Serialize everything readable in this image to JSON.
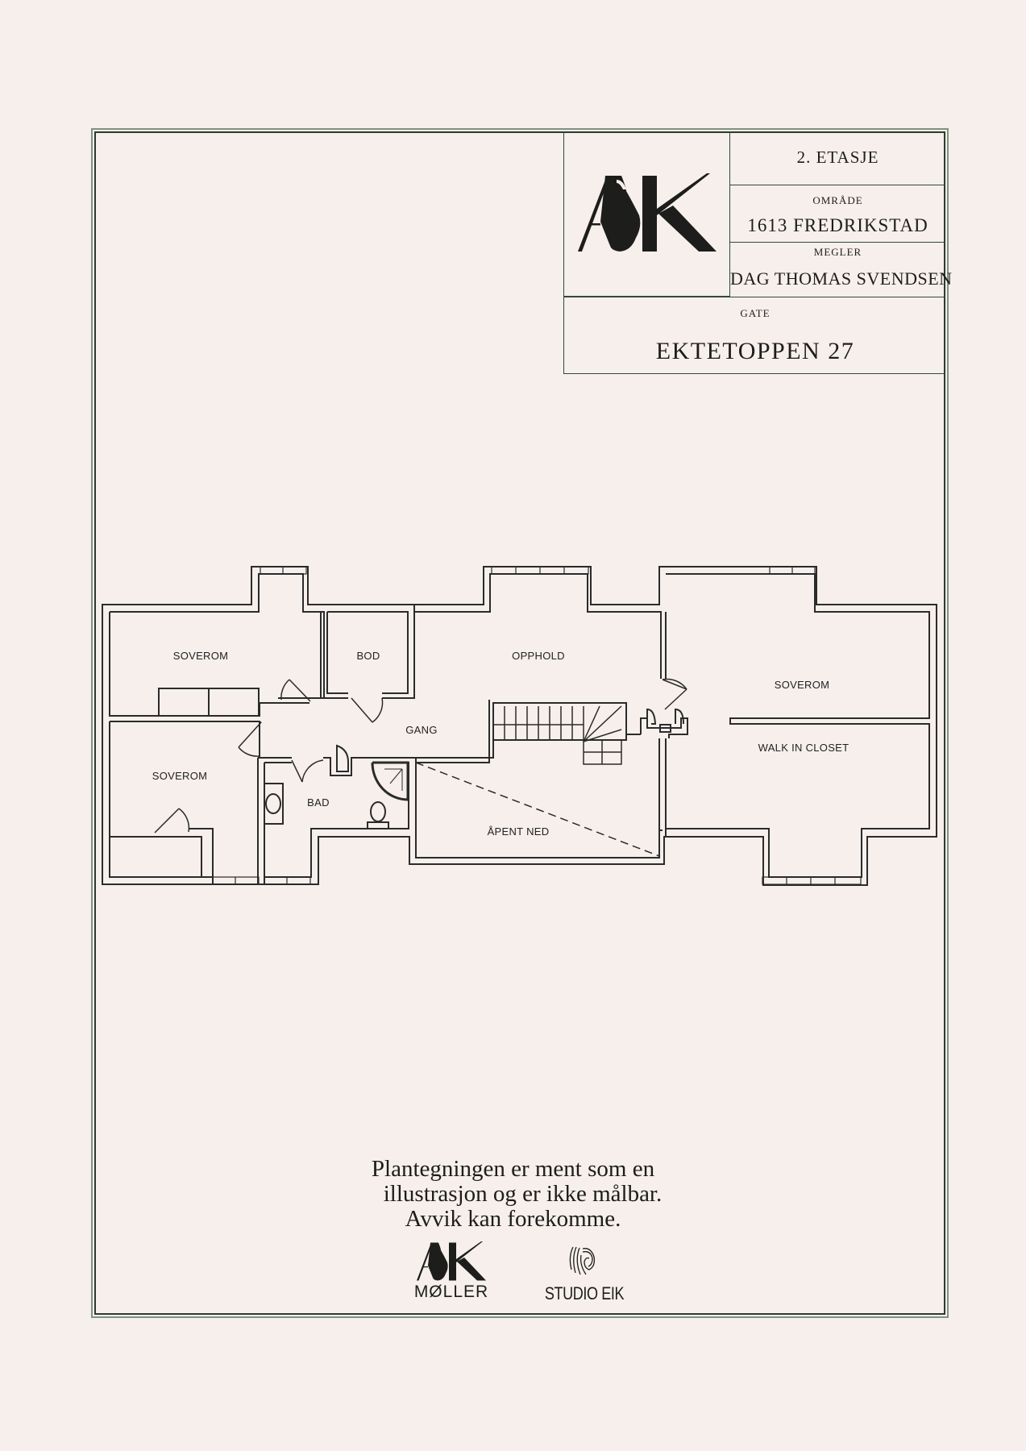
{
  "document": {
    "type": "floor-plan-sheet",
    "background_color": "#f6efec",
    "frame_color": "#2f4a33"
  },
  "title_block": {
    "logo_text": "ASK",
    "floor": "2. ETASJE",
    "area_label": "OMRÅDE",
    "area_value": "1613 FREDRIKSTAD",
    "broker_label": "MEGLER",
    "broker_value": "DAG THOMAS SVENDSEN",
    "street_label": "GATE",
    "street_value": "EKTETOPPEN 27"
  },
  "floor_plan": {
    "rooms": [
      {
        "id": "soverom-nw",
        "label": "SOVEROM"
      },
      {
        "id": "bod",
        "label": "BOD"
      },
      {
        "id": "opphold",
        "label": "OPPHOLD"
      },
      {
        "id": "soverom-east",
        "label": "SOVEROM"
      },
      {
        "id": "gang",
        "label": "GANG"
      },
      {
        "id": "walk-in-closet",
        "label": "WALK IN CLOSET"
      },
      {
        "id": "soverom-sw",
        "label": "SOVEROM"
      },
      {
        "id": "bad",
        "label": "BAD"
      },
      {
        "id": "apent-ned",
        "label": "ÅPENT NED"
      }
    ]
  },
  "footer": {
    "disclaimer_lines": [
      "Plantegningen er ment som en",
      "illustrasjon og er ikke målbar.",
      "Avvik kan forekomme."
    ],
    "logos": [
      {
        "name": "ASK",
        "subtitle": "MØLLER"
      },
      {
        "name": "fingerprint-mark",
        "subtitle": "STUDIO EIK"
      }
    ]
  }
}
